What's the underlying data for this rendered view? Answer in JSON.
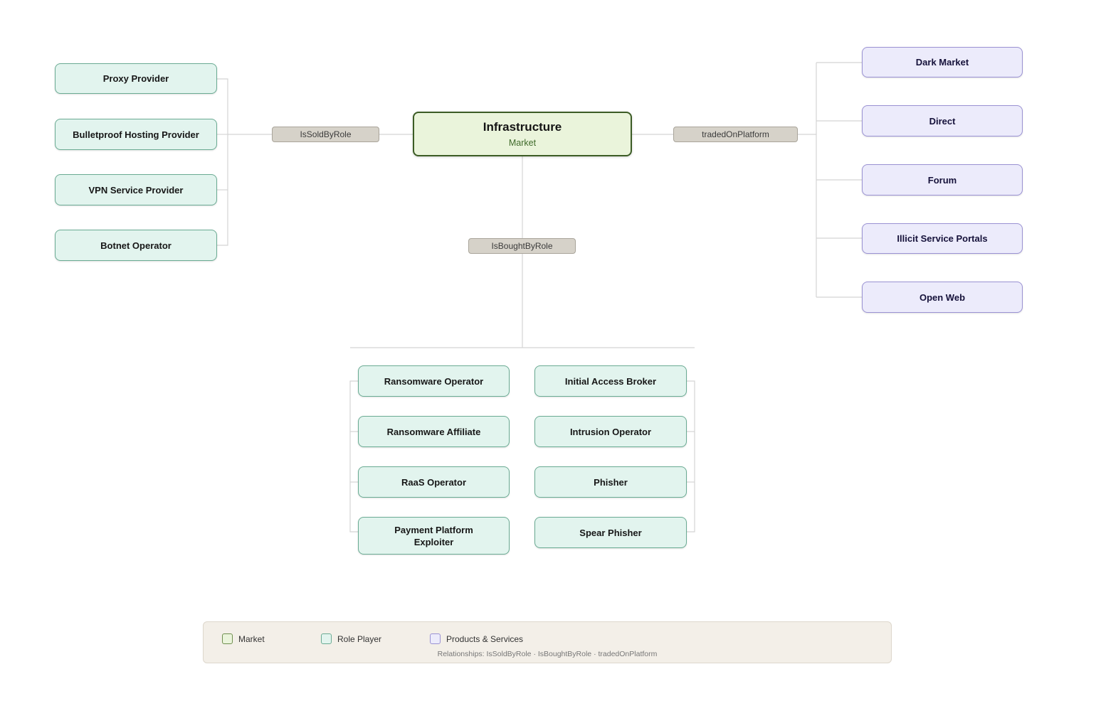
{
  "center": {
    "title": "Infrastructure",
    "subtitle": "Market"
  },
  "relationships": {
    "sold": "IsSoldByRole",
    "traded": "tradedOnPlatform",
    "bought": "IsBoughtByRole"
  },
  "sellers": [
    "Proxy Provider",
    "Bulletproof Hosting Provider",
    "VPN Service Provider",
    "Botnet Operator"
  ],
  "platforms": [
    "Dark Market",
    "Direct",
    "Forum",
    "Illicit Service Portals",
    "Open Web"
  ],
  "buyers_left": [
    "Ransomware Operator",
    "Ransomware Affiliate",
    "RaaS Operator",
    "Payment Platform Exploiter"
  ],
  "buyers_right": [
    "Initial Access Broker",
    "Intrusion Operator",
    "Phisher",
    "Spear Phisher"
  ],
  "legend": {
    "market": "Market",
    "role_player": "Role Player",
    "products": "Products & Services",
    "note": "Relationships: IsSoldByRole · IsBoughtByRole · tradedOnPlatform"
  },
  "colors": {
    "market_fill": "#eaf4db",
    "market_border": "#3c5c25",
    "role_fill": "#e2f4ee",
    "role_border": "#6aab93",
    "product_fill": "#ecebfb",
    "product_border": "#9a91d3",
    "relation_fill": "#d6d2c9",
    "connector": "#d4d4d4"
  }
}
